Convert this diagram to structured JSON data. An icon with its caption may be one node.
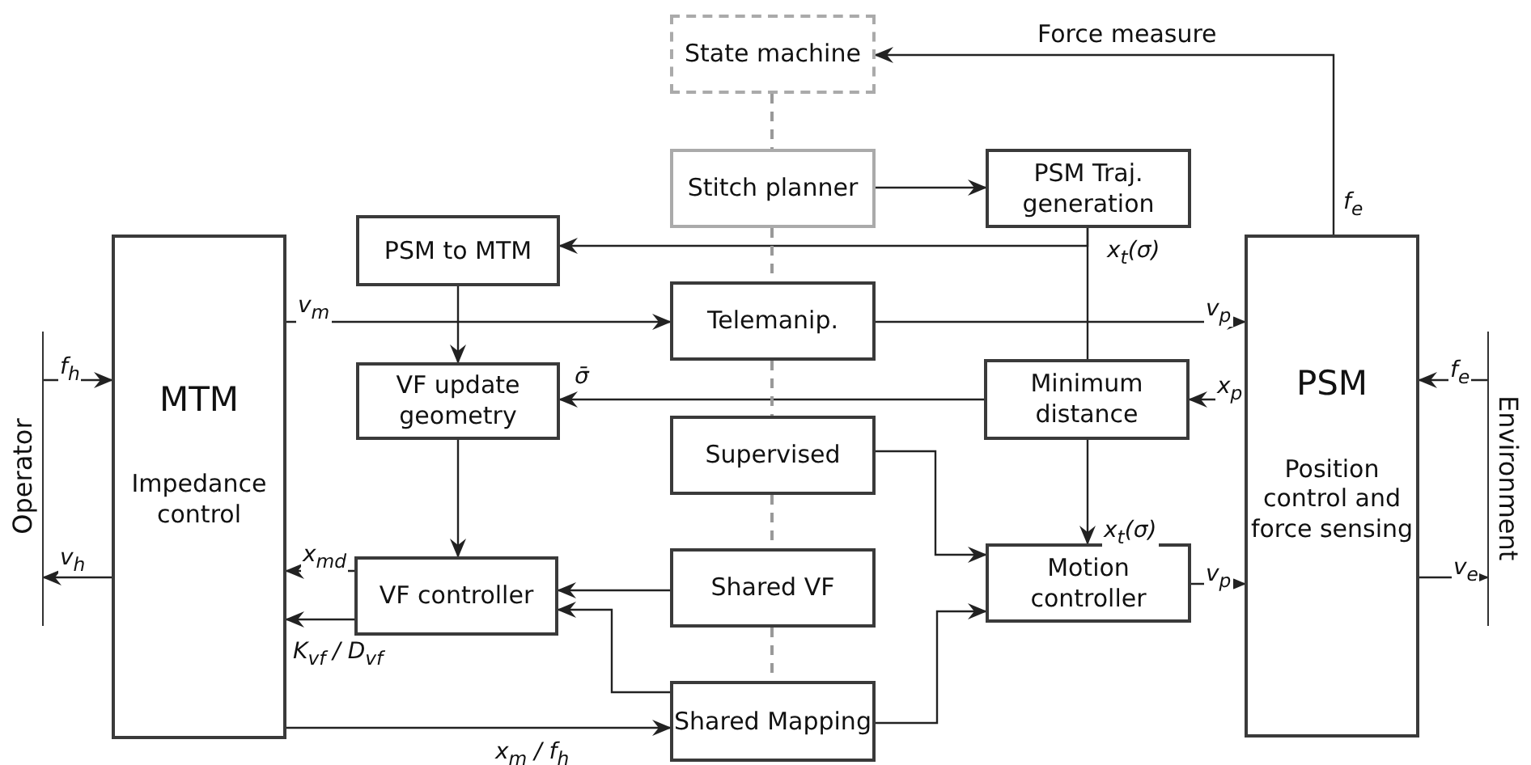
{
  "diagram": {
    "nodes": [
      {
        "text": [
          "State machine"
        ]
      },
      {
        "text": [
          "Stitch planner"
        ]
      },
      {
        "text": [
          "PSM Traj. generation"
        ]
      },
      {
        "text": [
          "PSM to MTM"
        ]
      },
      {
        "text": [
          "MTM",
          "Impedance control"
        ]
      },
      {
        "text": [
          "Telemanip."
        ]
      },
      {
        "text": [
          "VF update geometry"
        ]
      },
      {
        "text": [
          "Minimum distance"
        ]
      },
      {
        "text": [
          "PSM",
          "Position control and force sensing"
        ]
      },
      {
        "text": [
          "Supervised"
        ]
      },
      {
        "text": [
          "VF controller"
        ]
      },
      {
        "text": [
          "Shared VF"
        ]
      },
      {
        "text": [
          "Motion controller"
        ]
      },
      {
        "text": [
          "Shared Mapping"
        ]
      },
      {
        "text": [
          "Operator"
        ]
      },
      {
        "text": [
          "Environment"
        ]
      }
    ],
    "edges": [
      {
        "from": 8,
        "to": 0,
        "arrow": "to",
        "label": "Force measure"
      },
      {
        "from": 1,
        "to": 2,
        "arrow": "to"
      },
      {
        "from": 2,
        "to": 3,
        "arrow": "to",
        "label": "x$_{t}$(σ)"
      },
      {
        "from": 2,
        "to": 7,
        "arrow": "none"
      },
      {
        "from": 4,
        "to": 5,
        "arrow": "to",
        "label": "v$_{m}$"
      },
      {
        "from": 3,
        "to": 6,
        "arrow": "to"
      },
      {
        "from": 5,
        "to": 8,
        "arrow": "to",
        "label": "v$_{p}$"
      },
      {
        "from": 8,
        "to": 7,
        "arrow": "to",
        "label": "x$_{p}$"
      },
      {
        "from": 7,
        "to": 6,
        "arrow": "to",
        "label": "σ̄"
      },
      {
        "from": 6,
        "to": 10,
        "arrow": "to"
      },
      {
        "from": 14,
        "to": 4,
        "arrow": "to",
        "label": "f$_{h}$"
      },
      {
        "from": 4,
        "to": 14,
        "arrow": "to",
        "label": "v$_{h}$"
      },
      {
        "from": 10,
        "to": 4,
        "arrow": "to",
        "label": "x$_{md}$"
      },
      {
        "from": 10,
        "to": 4,
        "arrow": "to",
        "label": "K$_{vf}$ / D$_{vf}$"
      },
      {
        "from": 11,
        "to": 10,
        "arrow": "to"
      },
      {
        "from": 13,
        "to": 10,
        "arrow": "to"
      },
      {
        "from": 4,
        "to": 13,
        "arrow": "to",
        "label": "x$_{m}$ / f$_{h}$"
      },
      {
        "from": 9,
        "to": 12,
        "arrow": "to"
      },
      {
        "from": 13,
        "to": 12,
        "arrow": "to"
      },
      {
        "from": 7,
        "to": 12,
        "arrow": "to",
        "label": "x$_{t}$(σ)"
      },
      {
        "from": 12,
        "to": 8,
        "arrow": "to",
        "label": "v$_{p}$"
      },
      {
        "from": 15,
        "to": 8,
        "arrow": "to",
        "label": "f$_{e}$"
      },
      {
        "from": 8,
        "to": 15,
        "arrow": "to",
        "label": "v$_{e}$"
      },
      {
        "from": 0,
        "to": 1,
        "arrow": "none",
        "style": "dashed",
        "color": "#999999"
      },
      {
        "from": 1,
        "to": 5,
        "arrow": "none",
        "style": "dashed",
        "color": "#999999"
      },
      {
        "from": 5,
        "to": 9,
        "arrow": "none",
        "style": "dashed",
        "color": "#999999"
      },
      {
        "from": 9,
        "to": 11,
        "arrow": "none",
        "style": "dashed",
        "color": "#999999"
      },
      {
        "from": 11,
        "to": 13,
        "arrow": "none",
        "style": "dashed",
        "color": "#999999"
      }
    ],
    "labels": [
      "f$_{e}$"
    ]
  }
}
